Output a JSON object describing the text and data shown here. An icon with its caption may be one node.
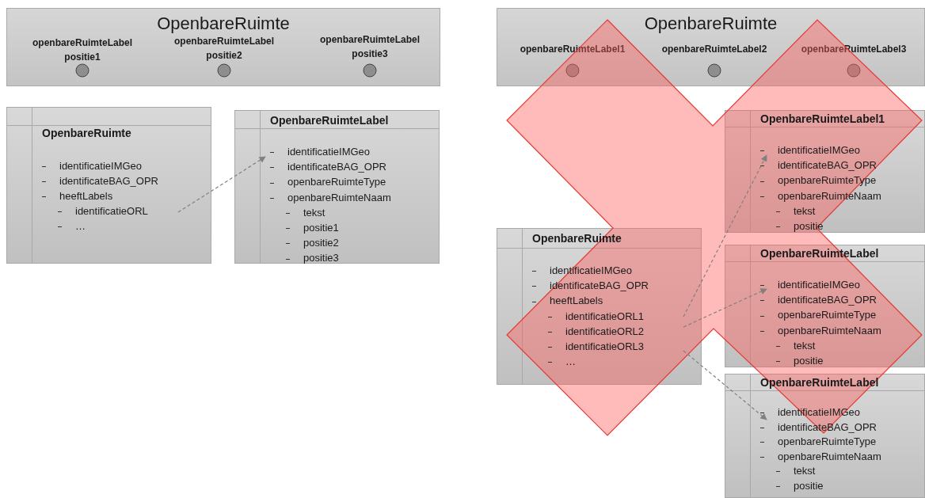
{
  "diagram": {
    "nodes": [
      {
        "text": [
          "OpenbareRuimte"
        ]
      },
      {
        "text": [
          "openbareRuimteLabel positie1"
        ],
        "in": 0
      },
      {
        "text": [
          "openbareRuimteLabel positie2"
        ],
        "in": 0
      },
      {
        "text": [
          "openbareRuimteLabel positie3"
        ],
        "in": 0
      },
      {
        "text": [
          "OpenbareRuimte",
          "identificatieIMGeo",
          "identificateBAG_OPR",
          "heeftLabels",
          "identificatieORL",
          "…"
        ]
      },
      {
        "text": [
          "OpenbareRuimteLabel",
          "identificatieIMGeo",
          "identificateBAG_OPR",
          "openbareRuimteType",
          "openbareRuimteNaam",
          "tekst",
          "positie1",
          "positie2",
          "positie3"
        ]
      },
      {
        "text": [
          "OpenbareRuimte"
        ]
      },
      {
        "text": [
          "openbareRuimteLabel1"
        ],
        "in": 6
      },
      {
        "text": [
          "openbareRuimteLabel2"
        ],
        "in": 6
      },
      {
        "text": [
          "openbareRuimteLabel3"
        ],
        "in": 6
      },
      {
        "text": [
          "OpenbareRuimte",
          "identificatieIMGeo",
          "identificateBAG_OPR",
          "heeftLabels",
          "identificatieORL1",
          "identificatieORL2",
          "identificatieORL3",
          "…"
        ]
      },
      {
        "text": [
          "OpenbareRuimteLabel1",
          "identificatieIMGeo",
          "identificateBAG_OPR",
          "openbareRuimteType",
          "openbareRuimteNaam",
          "tekst",
          "positie"
        ]
      },
      {
        "text": [
          "OpenbareRuimteLabel",
          "identificatieIMGeo",
          "identificateBAG_OPR",
          "openbareRuimteType",
          "openbareRuimteNaam",
          "tekst",
          "positie"
        ]
      },
      {
        "text": [
          "OpenbareRuimteLabel",
          "identificatieIMGeo",
          "identificateBAG_OPR",
          "openbareRuimteType",
          "openbareRuimteNaam",
          "tekst",
          "positie"
        ]
      }
    ],
    "edges": [
      {
        "from": 4,
        "to": 5,
        "arrow": "to",
        "style": "dashed"
      },
      {
        "from": 10,
        "to": 11,
        "arrow": "to",
        "style": "dashed"
      },
      {
        "from": 10,
        "to": 12,
        "arrow": "to",
        "style": "dashed"
      },
      {
        "from": 10,
        "to": 13,
        "arrow": "to",
        "style": "dashed"
      }
    ]
  }
}
